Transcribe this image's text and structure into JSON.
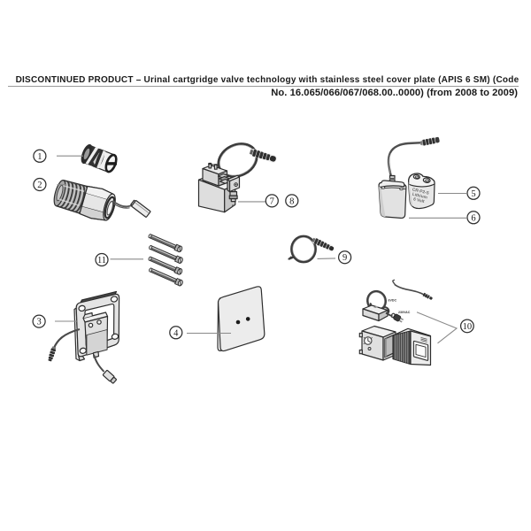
{
  "title": {
    "line1": "DISCONTINUED PRODUCT – Urinal cartgridge valve technology with stainless steel cover plate (APIS 6 SM) (Code",
    "line2": "No. 16.065/066/067/068.00..0000) (from 2008 to 2009)"
  },
  "callouts": [
    {
      "label": "1",
      "part": "sensor-piston"
    },
    {
      "label": "2",
      "part": "cartridge-valve"
    },
    {
      "label": "3",
      "part": "mounting-frame"
    },
    {
      "label": "4",
      "part": "cover-plate"
    },
    {
      "label": "5",
      "part": "lithium-battery"
    },
    {
      "label": "6",
      "part": "battery-housing"
    },
    {
      "label": "7",
      "part": "solenoid-valve"
    },
    {
      "label": "8",
      "part": "solenoid-valve-alt"
    },
    {
      "label": "9",
      "part": "connection-cable"
    },
    {
      "label": "10",
      "part": "power-supply-set"
    },
    {
      "label": "11",
      "part": "fixing-screws"
    }
  ],
  "part_labels": {
    "battery_line1": "CR-P2-S",
    "battery_line2": "Lithium",
    "battery_line3": "6 Volt",
    "adapter_output": "6VDC",
    "adapter_input": "230VAC"
  },
  "colors": {
    "ink": "#2d2d2d",
    "leader": "#8a8a8a",
    "light_fill": "#e3e3e3",
    "dark_fill": "#3a3a3a",
    "background": "#ffffff"
  }
}
